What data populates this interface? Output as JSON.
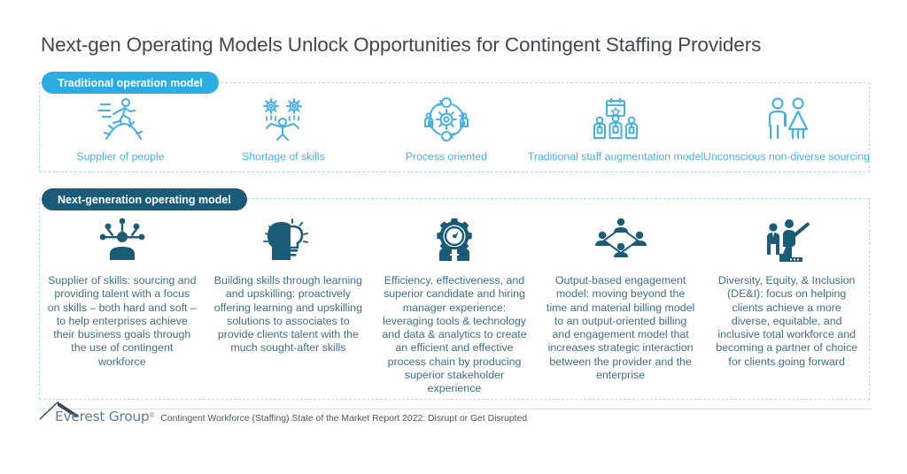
{
  "title": "Next-gen Operating Models Unlock Opportunities for Contingent Staffing Providers",
  "colors": {
    "traditional_accent": "#2BADE4",
    "nextgen_accent": "#1a5b77",
    "caption_blue": "#46b0e3",
    "body_blue": "#3f6d87",
    "dashed_border": "#b9d6e6",
    "title_gray": "#3f4750",
    "logo_blue": "#5b7f9c",
    "logo_peak": "#3d4a57"
  },
  "traditional": {
    "badge_label": "Traditional operation model",
    "items": [
      {
        "icon": "running-person-gear-icon",
        "caption": "Supplier of people"
      },
      {
        "icon": "gears-raining-on-person-icon",
        "caption": "Shortage of skills"
      },
      {
        "icon": "circular-process-gear-icon",
        "caption": "Process oriented"
      },
      {
        "icon": "calendar-staff-badges-icon",
        "caption": "Traditional staff augmentation model"
      },
      {
        "icon": "male-female-figures-icon",
        "caption": "Unconscious non-diverse sourcing"
      }
    ]
  },
  "nextgen": {
    "badge_label": "Next-generation operating model",
    "items": [
      {
        "icon": "person-network-nodes-icon",
        "text": "Supplier of skills: sourcing and providing talent with a focus on skills – both hard and soft – to help enterprises achieve their business goals through the use of contingent workforce"
      },
      {
        "icon": "head-lightbulb-icon",
        "text": "Building skills through learning and upskilling: proactively offering learning and upskilling solutions to associates to provide clients talent with the much sought-after skills"
      },
      {
        "icon": "gear-gauge-person-icon",
        "text": "Efficiency, effectiveness, and superior candidate and hiring manager experience: leveraging tools & technology and data & analytics to create an efficient and effective process chain by producing superior stakeholder experience"
      },
      {
        "icon": "people-network-diamond-icon",
        "text": "Output-based engagement model: moving beyond the time and material billing model to an output-oriented billing and engagement model that increases strategic interaction between the provider and the enterprise"
      },
      {
        "icon": "person-on-steps-pointing-icon",
        "text": "Diversity, Equity, & Inclusion (DE&I): focus on helping clients achieve a more diverse, equitable, and inclusive total workforce and becoming a partner of choice for clients going forward"
      }
    ]
  },
  "footer": {
    "logo_text": "Everest Group",
    "logo_registered": "®",
    "source": "Contingent Workforce (Staffing) State of the Market Report 2022: Disrupt or Get Disrupted"
  }
}
